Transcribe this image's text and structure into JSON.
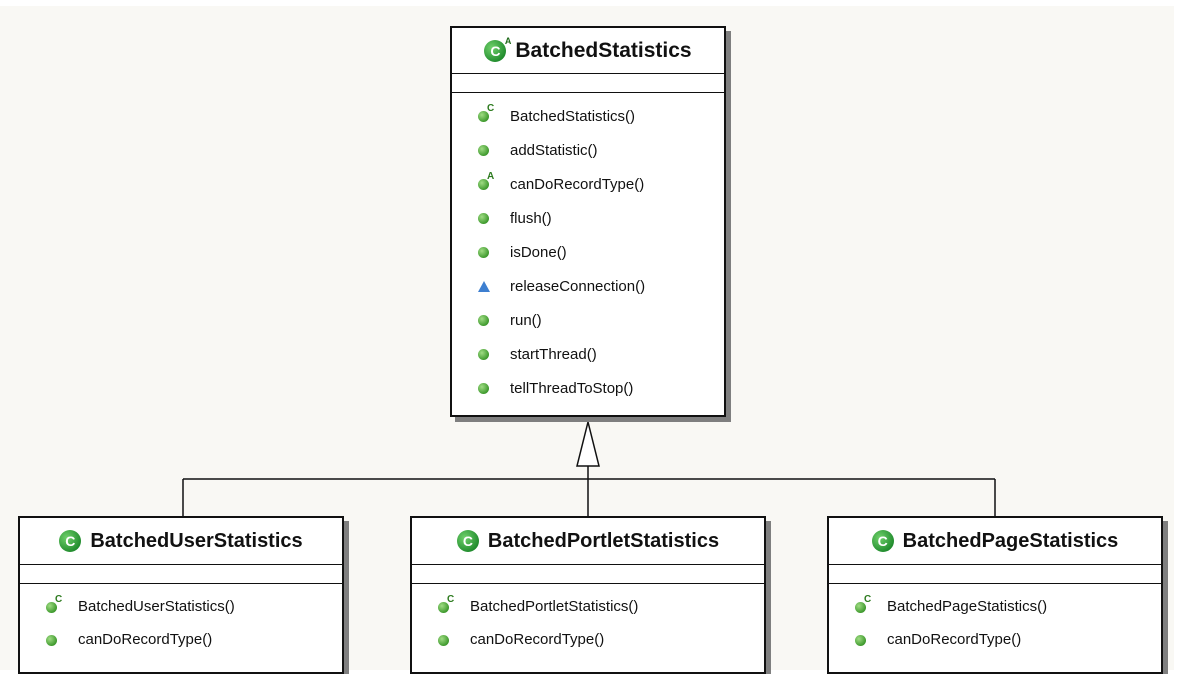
{
  "parent": {
    "name": "BatchedStatistics",
    "class_icon": "abstract-class-icon",
    "methods": [
      {
        "label": "BatchedStatistics()",
        "icon": "constructor-icon",
        "marker": "C"
      },
      {
        "label": "addStatistic()",
        "icon": "public-method-icon",
        "marker": ""
      },
      {
        "label": "canDoRecordType()",
        "icon": "abstract-method-icon",
        "marker": "A"
      },
      {
        "label": "flush()",
        "icon": "public-method-icon",
        "marker": ""
      },
      {
        "label": "isDone()",
        "icon": "public-method-icon",
        "marker": ""
      },
      {
        "label": "releaseConnection()",
        "icon": "package-method-icon",
        "marker": ""
      },
      {
        "label": "run()",
        "icon": "public-method-icon",
        "marker": ""
      },
      {
        "label": "startThread()",
        "icon": "public-method-icon",
        "marker": ""
      },
      {
        "label": "tellThreadToStop()",
        "icon": "public-method-icon",
        "marker": ""
      }
    ]
  },
  "children": [
    {
      "name": "BatchedUserStatistics",
      "class_icon": "class-icon",
      "methods": [
        {
          "label": "BatchedUserStatistics()",
          "icon": "constructor-icon",
          "marker": "C"
        },
        {
          "label": "canDoRecordType()",
          "icon": "public-method-icon",
          "marker": ""
        }
      ]
    },
    {
      "name": "BatchedPortletStatistics",
      "class_icon": "class-icon",
      "methods": [
        {
          "label": "BatchedPortletStatistics()",
          "icon": "constructor-icon",
          "marker": "C"
        },
        {
          "label": "canDoRecordType()",
          "icon": "public-method-icon",
          "marker": ""
        }
      ]
    },
    {
      "name": "BatchedPageStatistics",
      "class_icon": "class-icon",
      "methods": [
        {
          "label": "BatchedPageStatistics()",
          "icon": "constructor-icon",
          "marker": "C"
        },
        {
          "label": "canDoRecordType()",
          "icon": "public-method-icon",
          "marker": ""
        }
      ]
    }
  ],
  "icon_glyphs": {
    "class": "C",
    "abstract_marker": "A"
  },
  "colors": {
    "method_green": "#3f9a2e",
    "package_method_blue": "#3d7fd0",
    "background": "#f9f8f4",
    "shadow": "#7f7f7f"
  }
}
